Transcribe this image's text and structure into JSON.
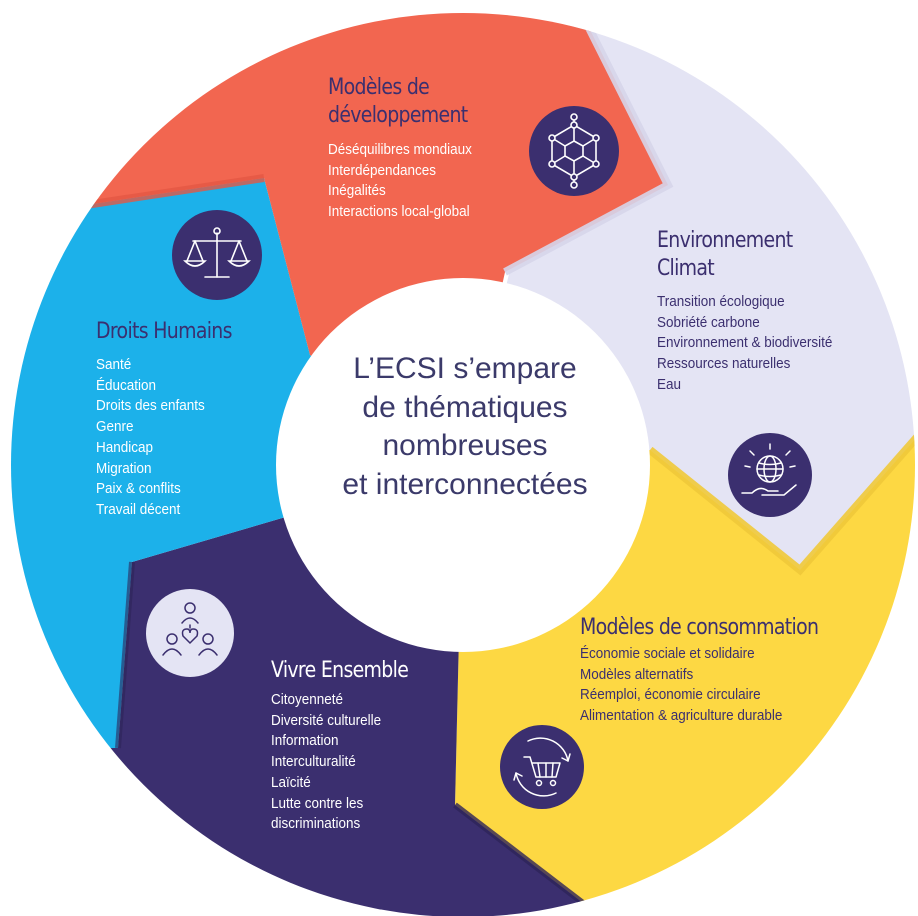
{
  "center": {
    "lines": [
      "L’ECSI s’empare",
      "de thématiques",
      "nombreuses",
      "et interconnectées"
    ]
  },
  "sections": {
    "developpement": {
      "title_lines": [
        "Modèles de",
        "développement"
      ],
      "items": [
        "Déséquilibres mondiaux",
        "Interdépendances",
        "Inégalités",
        "Interactions local-global"
      ],
      "color": "#f26650",
      "icon": "network-nodes-icon"
    },
    "environnement": {
      "title_lines": [
        "Environnement",
        "Climat"
      ],
      "items": [
        "Transition écologique",
        "Sobriété carbone",
        "Environnement & biodiversité",
        "Ressources naturelles",
        "Eau"
      ],
      "color": "#e4e4f4",
      "icon": "globe-in-hand-icon"
    },
    "consommation": {
      "title_lines": [
        "Modèles de consommation"
      ],
      "items": [
        "Économie sociale et solidaire",
        "Modèles alternatifs",
        "Réemploi, économie circulaire",
        "Alimentation & agriculture durable"
      ],
      "color": "#fdd843",
      "icon": "shopping-cart-cycle-icon"
    },
    "vivre": {
      "title_lines": [
        "Vivre Ensemble"
      ],
      "items": [
        "Citoyenneté",
        "Diversité culturelle",
        "Information",
        "Interculturalité",
        "Laïcité",
        "Lutte contre les",
        "discriminations"
      ],
      "color": "#3b2f6f",
      "icon": "people-heart-icon"
    },
    "droits": {
      "title_lines": [
        "Droits Humains"
      ],
      "items": [
        "Santé",
        "Éducation",
        "Droits des enfants",
        "Genre",
        "Handicap",
        "Migration",
        "Paix & conflits",
        "Travail décent"
      ],
      "color": "#1cb1ea",
      "icon": "balance-scale-icon"
    }
  },
  "colors": {
    "navy": "#3b2f6f",
    "text_dark": "#3b3a6a",
    "white": "#ffffff"
  }
}
